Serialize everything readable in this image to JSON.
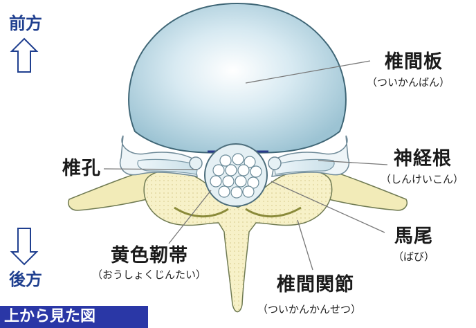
{
  "directions": {
    "front": "前方",
    "back": "後方"
  },
  "caption": "上から見た図",
  "labels": {
    "disc": {
      "name": "椎間板",
      "reading": "（ついかんばん）"
    },
    "nerve_root": {
      "name": "神経根",
      "reading": "（しんけいこん）"
    },
    "foramen": {
      "name": "椎孔"
    },
    "cauda": {
      "name": "馬尾",
      "reading": "（ばび）"
    },
    "ligament": {
      "name": "黄色靭帯",
      "reading": "（おうしょくじんたい）"
    },
    "facet": {
      "name": "椎間関節",
      "reading": "（ついかんかんせつ）"
    }
  },
  "colors": {
    "disc": "#cfe4ee",
    "bone": "#f6f0c2",
    "nerve": "#dbe9ef",
    "arrow": "#1f3f8f",
    "caption_bg": "#2a37a6"
  }
}
